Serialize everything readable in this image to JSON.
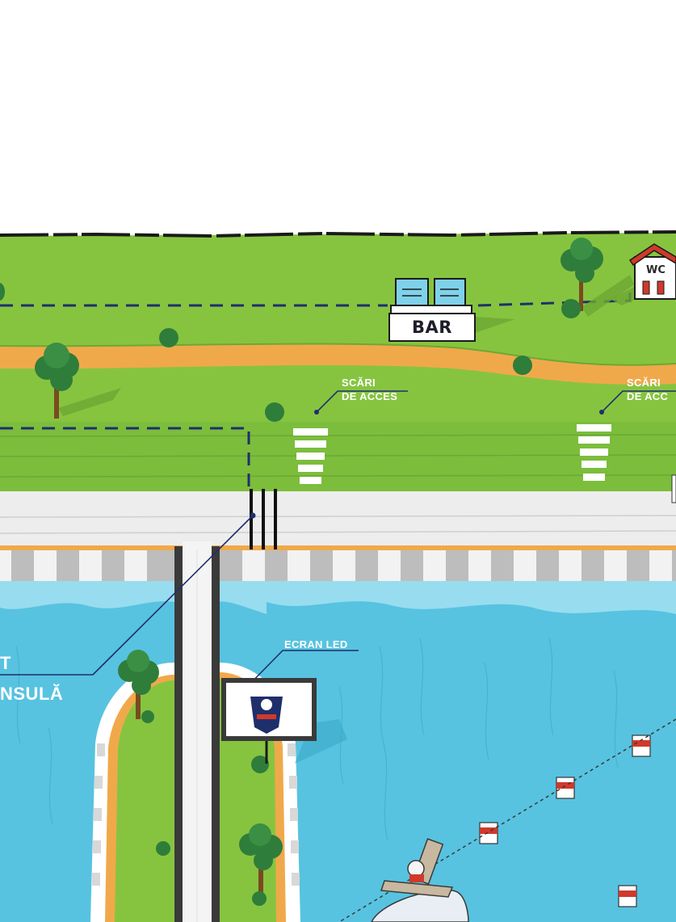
{
  "map": {
    "labels": {
      "bar": "BAR",
      "wc": "WC",
      "stairs_1_line1": "SCĂRI",
      "stairs_1_line2": "DE ACCES",
      "stairs_2_line1": "SCĂRI",
      "stairs_2_line2": "DE ACC",
      "led_screen": "ECRAN LED",
      "island_line1": "T",
      "island_line2": "NSULĂ"
    },
    "colors": {
      "grass": "#86c440",
      "grass_dark": "#6da833",
      "path": "#f0a94a",
      "water": "#57c3e0",
      "water_light": "#a9e2f2",
      "promenade": "#ededed",
      "checker_light": "#f2f2f2",
      "checker_dark": "#bdbdbd",
      "dash_line": "#1f2f6b",
      "tree_canopy": "#2f7d3a",
      "bar_blue": "#7fd1ea",
      "roof_red": "#d0392b",
      "label_white": "#ffffff"
    },
    "icons": [
      "tree-icon",
      "bush-icon",
      "bar-icon",
      "wc-house-icon",
      "stairs-icon",
      "led-screen-icon",
      "buoy-icon",
      "plane-icon"
    ]
  }
}
